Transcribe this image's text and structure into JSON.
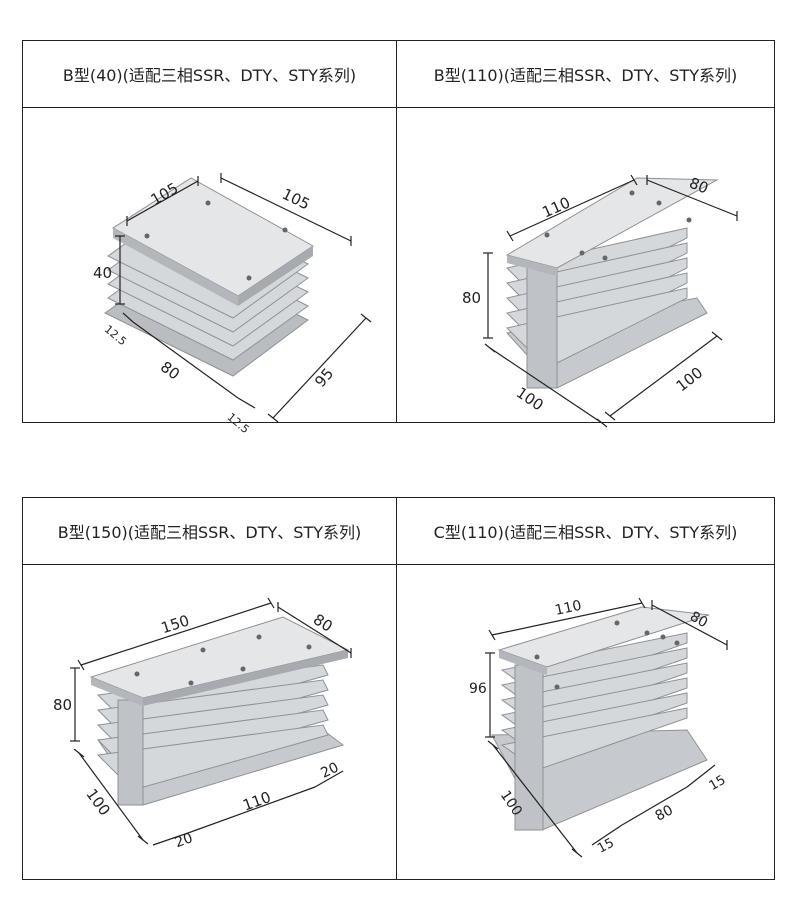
{
  "panels": [
    {
      "cells": [
        {
          "title": "B型(40)(适配三相SSR、DTY、STY系列)",
          "dims": {
            "top_left": "105",
            "top_right": "105",
            "height": "40",
            "small_a": "12.5",
            "base": "80",
            "depth": "95",
            "small_b": "12.5"
          }
        },
        {
          "title": "B型(110)(适配三相SSR、DTY、STY系列)",
          "dims": {
            "top_left": "110",
            "top_right": "80",
            "height": "80",
            "base_left": "100",
            "base_right": "100"
          }
        }
      ]
    },
    {
      "cells": [
        {
          "title": "B型(150)(适配三相SSR、DTY、STY系列)",
          "dims": {
            "top_left": "150",
            "top_right": "80",
            "height": "80",
            "side": "100",
            "small_a": "20",
            "base": "110",
            "small_b": "20"
          }
        },
        {
          "title": "C型(110)(适配三相SSR、DTY、STY系列)",
          "dims": {
            "top_left": "110",
            "top_right": "80",
            "height": "96",
            "side": "100",
            "small_a": "15",
            "base": "80",
            "small_b": "15"
          }
        }
      ]
    }
  ],
  "colors": {
    "metal_light": "#e4e6e8",
    "metal_mid": "#c9ccd0",
    "metal_dark": "#9ea2a7",
    "line": "#222222"
  }
}
